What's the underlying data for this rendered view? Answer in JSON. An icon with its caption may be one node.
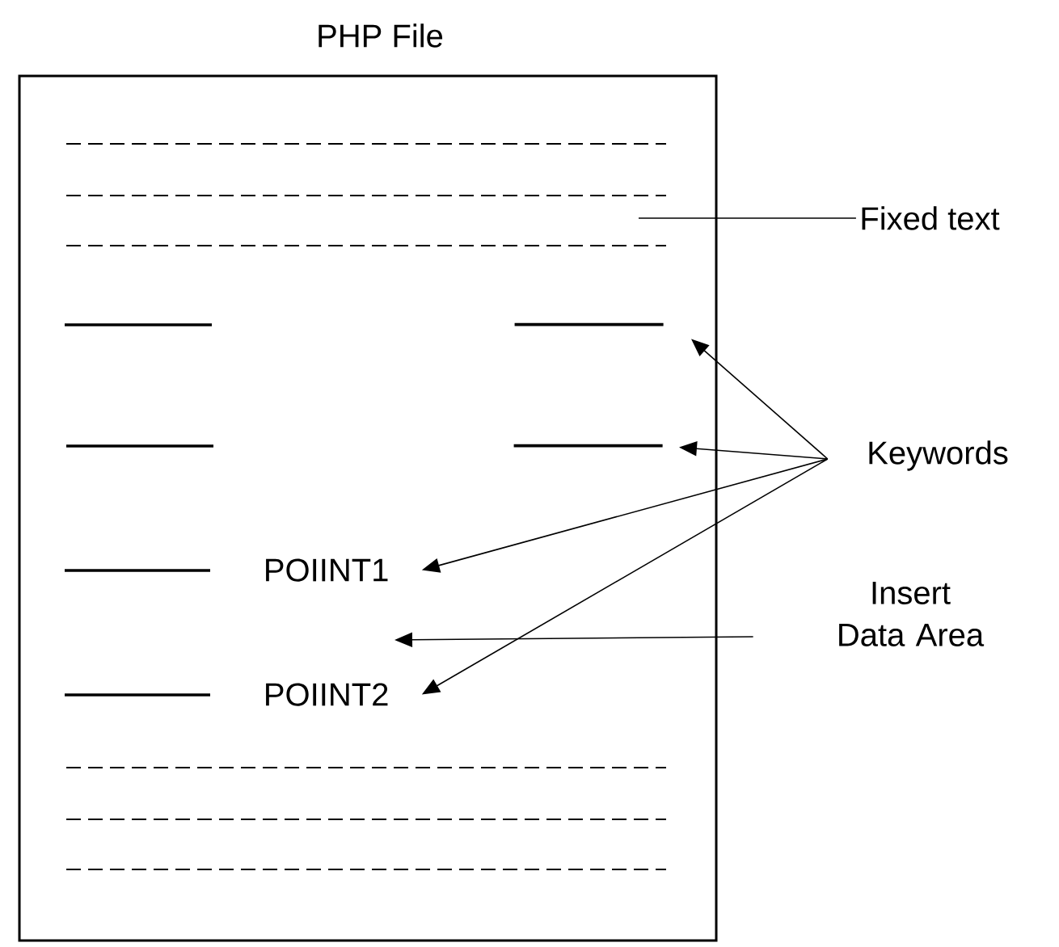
{
  "diagram": {
    "nodes": [
      {
        "text": [
          "PHP File"
        ]
      },
      {
        "text": [
          "Fixed text"
        ]
      },
      {
        "text": [
          "Keywords"
        ]
      },
      {
        "text": [
          "Insert Data Area"
        ]
      },
      {
        "text": [
          "POIINT1"
        ],
        "in": 0
      },
      {
        "text": [
          "POIINT2"
        ],
        "in": 0
      },
      {
        "text": [],
        "shape": "bar",
        "in": 0
      },
      {
        "text": [],
        "shape": "bar",
        "in": 0
      }
    ],
    "edges": [
      {
        "from": 1,
        "to": null,
        "arrow": "none"
      },
      {
        "from": 2,
        "to": 6,
        "arrow": "to"
      },
      {
        "from": 2,
        "to": 7,
        "arrow": "to"
      },
      {
        "from": 2,
        "to": 4,
        "arrow": "to"
      },
      {
        "from": 2,
        "to": 5,
        "arrow": "to"
      },
      {
        "from": 3,
        "to": null,
        "arrow": "to"
      }
    ]
  }
}
